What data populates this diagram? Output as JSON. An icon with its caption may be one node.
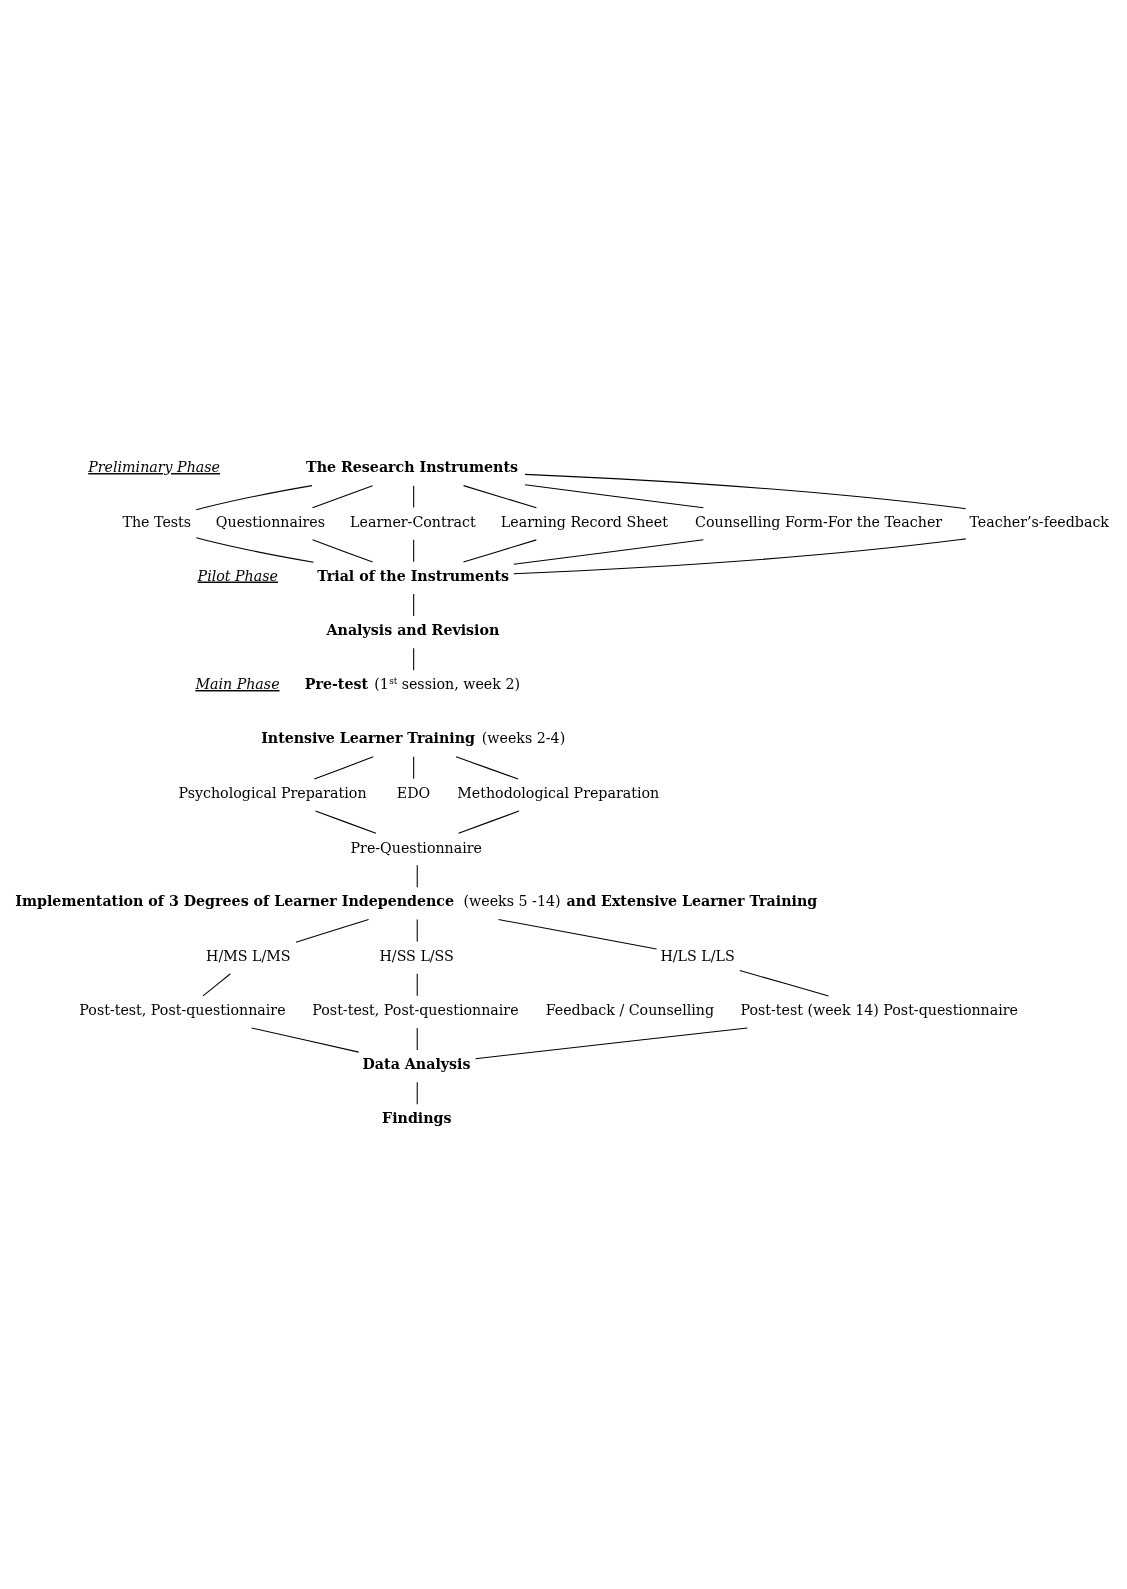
{
  "diagram": {
    "nodes": [
      {
        "text": [
          "The Research Instruments"
        ]
      },
      {
        "text": [
          "The Tests"
        ]
      },
      {
        "text": [
          "Questionnaires"
        ]
      },
      {
        "text": [
          "Learner-Contract"
        ]
      },
      {
        "text": [
          "Learning Record Sheet"
        ]
      },
      {
        "text": [
          "Counselling Form-For the Teacher"
        ]
      },
      {
        "text": [
          "Teacher’s-feedback"
        ]
      },
      {
        "text": [
          "Trial of the Instruments"
        ]
      },
      {
        "text": [
          "Analysis and Revision"
        ]
      },
      {
        "text": [
          "**Pre-test** (1$^{st}$ session, week 2)"
        ]
      },
      {
        "text": [
          "**Intensive Learner Training** (weeks 2-4)"
        ]
      },
      {
        "text": [
          "Psychological Preparation"
        ]
      },
      {
        "text": [
          "EDO"
        ]
      },
      {
        "text": [
          "Methodological Preparation"
        ]
      },
      {
        "text": [
          "Pre-Questionnaire"
        ]
      },
      {
        "text": [
          "**Implementation of 3 Degrees of Learner Independence** (weeks 5 -14) **and Extensive Learner Training**"
        ]
      },
      {
        "text": [
          "H/MS L/MS"
        ]
      },
      {
        "text": [
          "H/SS L/SS"
        ]
      },
      {
        "text": [
          "H/LS L/LS"
        ]
      },
      {
        "text": [
          "Post-test, Post-questionnaire"
        ]
      },
      {
        "text": [
          "Post-test, Post-questionnaire"
        ]
      },
      {
        "text": [
          "Post-test (week 14) Post-questionnaire"
        ]
      },
      {
        "text": [
          "Data Analysis"
        ]
      },
      {
        "text": [
          "Findings"
        ]
      }
    ],
    "edges": [
      {
        "from": 0,
        "to": 1,
        "arrow": "none"
      },
      {
        "from": 0,
        "to": 2,
        "arrow": "none"
      },
      {
        "from": 0,
        "to": 3,
        "arrow": "none"
      },
      {
        "from": 0,
        "to": 4,
        "arrow": "none"
      },
      {
        "from": 0,
        "to": 5,
        "arrow": "none"
      },
      {
        "from": 0,
        "to": 6,
        "arrow": "none"
      },
      {
        "from": 1,
        "to": 7,
        "arrow": "none"
      },
      {
        "from": 2,
        "to": 7,
        "arrow": "none"
      },
      {
        "from": 3,
        "to": 7,
        "arrow": "none"
      },
      {
        "from": 4,
        "to": 7,
        "arrow": "none"
      },
      {
        "from": 5,
        "to": 7,
        "arrow": "none"
      },
      {
        "from": 6,
        "to": 7,
        "arrow": "none"
      },
      {
        "from": 7,
        "to": 8,
        "arrow": "none"
      },
      {
        "from": 8,
        "to": 9,
        "arrow": "none"
      },
      {
        "from": 10,
        "to": 11,
        "arrow": "none"
      },
      {
        "from": 10,
        "to": 12,
        "arrow": "none"
      },
      {
        "from": 10,
        "to": 13,
        "arrow": "none"
      },
      {
        "from": 11,
        "to": 14,
        "arrow": "none"
      },
      {
        "from": 13,
        "to": 14,
        "arrow": "none"
      },
      {
        "from": 14,
        "to": 15,
        "arrow": "none"
      },
      {
        "from": 15,
        "to": 16,
        "arrow": "none"
      },
      {
        "from": 15,
        "to": 17,
        "arrow": "none"
      },
      {
        "from": 15,
        "to": 18,
        "arrow": "none"
      },
      {
        "from": 16,
        "to": 19,
        "arrow": "none"
      },
      {
        "from": 17,
        "to": 20,
        "arrow": "none"
      },
      {
        "from": 18,
        "to": 21,
        "arrow": "none"
      },
      {
        "from": 19,
        "to": 22,
        "arrow": "none"
      },
      {
        "from": 20,
        "to": 22,
        "arrow": "none"
      },
      {
        "from": 21,
        "to": 22,
        "arrow": "none"
      },
      {
        "from": 22,
        "to": 23,
        "arrow": "none"
      }
    ],
    "labels": [
      "Preliminary Phase",
      "Pilot Phase",
      "Main Phase",
      "Feedback / Counselling"
    ]
  }
}
